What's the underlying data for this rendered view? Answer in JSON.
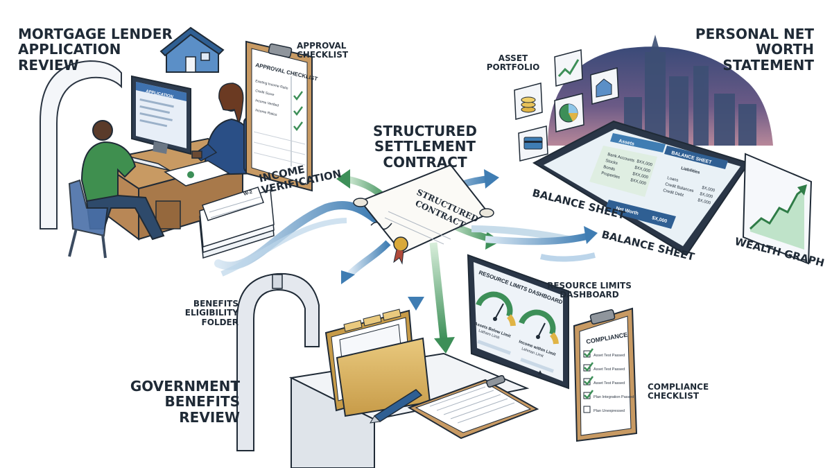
{
  "labels": {
    "mortgage_title": [
      "MORTGAGE LENDER",
      "APPLICATION",
      "REVIEW"
    ],
    "approval_checklist": [
      "APPROVAL",
      "CHECKLIST"
    ],
    "structured_settlement": [
      "STRUCTURED",
      "SETTLEMENT",
      "CONTRACT"
    ],
    "income_verification": [
      "INCOME",
      "VERIFICATION"
    ],
    "asset_portfolio": [
      "ASSET",
      "PORTFOLIO"
    ],
    "personal_net_worth": [
      "PERSONAL NET",
      "WORTH",
      "STATEMENT"
    ],
    "balance_sheet_1": "BALANCE SHEET",
    "balance_sheet_2": "BALANCE SHEET",
    "wealth_graph": "WEALTH GRAPH",
    "resource_limits_dashboard": [
      "RESOURCE LIMITS",
      "DASHBOARD"
    ],
    "benefits_eligibility_folder": [
      "BENEFITS",
      "ELIGIBILITY",
      "FOLDER"
    ],
    "government_benefits_review": [
      "GOVERNMENT",
      "BENEFITS REVIEW"
    ],
    "compliance_checklist": [
      "COMPLIANCE",
      "CHECKLIST"
    ]
  },
  "illustration_text": {
    "contract_title": [
      "STRUCTURED",
      "CONTRACT"
    ],
    "approval_clipboard_header": "APPROVAL CHECKLIST",
    "approval_rows": [
      "Existing Income Ratio",
      "Credit Score",
      "Income Verified",
      "Income Ratios"
    ],
    "tablet_header_left": "Assets",
    "tablet_header_right": "BALANCE SHEET",
    "tablet_assets": [
      "Bank Accounts",
      "Stocks",
      "Bonds",
      "Properties"
    ],
    "tablet_asset_values": [
      "$XX,000",
      "$XX,000",
      "$XX,000",
      "$XX,000"
    ],
    "tablet_liabilities_title": "Liabilities",
    "tablet_liabilities": [
      "Loans",
      "Credit Balances",
      "Credit Debt"
    ],
    "tablet_liability_values": [
      "$X,000",
      "$X,000",
      "$X,000"
    ],
    "tablet_net_worth": "Net Worth",
    "tablet_net_worth_value": "$X,000",
    "dashboard_title": "RESOURCE LIMITS DASHBOARD",
    "gauge1_label": [
      "Assets Below Limit",
      "Latham Limit"
    ],
    "gauge2_label": [
      "Income within Limit",
      "Lehman Limit"
    ],
    "compliance_title": "COMPLIANCE",
    "compliance_items": [
      "Asset Test Passed",
      "Asset Test Passed",
      "Asset Test Passed",
      "Plan Integration Passed",
      "Plan Unexpressed"
    ],
    "w2_tag": "W-2",
    "monitor_header": "APPLICATION"
  }
}
